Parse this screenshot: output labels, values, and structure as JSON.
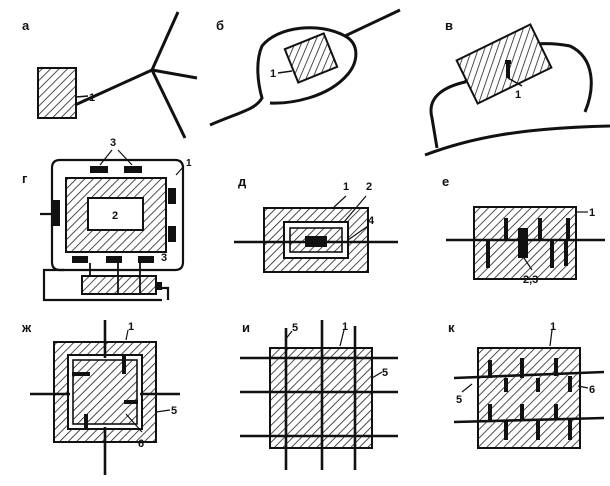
{
  "panels": {
    "a": {
      "letter": "а",
      "n1": "1"
    },
    "b": {
      "letter": "б",
      "n1": "1"
    },
    "v": {
      "letter": "в",
      "n1": "1"
    },
    "g": {
      "letter": "г",
      "n1": "1",
      "n2": "2",
      "n3a": "3",
      "n3b": "3"
    },
    "d": {
      "letter": "д",
      "n1": "1",
      "n2": "2",
      "n4": "4"
    },
    "e": {
      "letter": "е",
      "n1": "1",
      "n23": "2,3"
    },
    "zh": {
      "letter": "ж",
      "n1": "1",
      "n5": "5",
      "n6": "6"
    },
    "i": {
      "letter": "и",
      "n1": "1",
      "n5a": "5",
      "n5b": "5"
    },
    "k": {
      "letter": "к",
      "n1": "1",
      "n5": "5",
      "n6": "6"
    }
  }
}
